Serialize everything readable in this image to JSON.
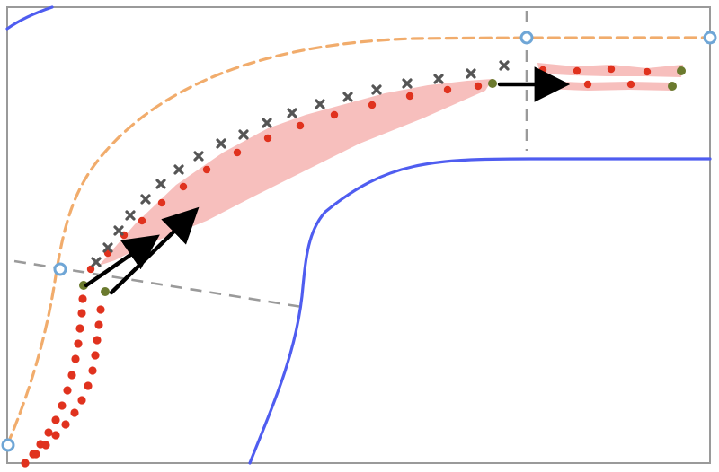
{
  "colors": {
    "lane_boundary": "#4f5df0",
    "reference_line": "#f0a35c",
    "divider": "#9a9a9a",
    "reference_node": "#6fa6d6",
    "region_fill": "#f6b8b6",
    "trajectory_dot": "#e0321e",
    "endpoint_dot": "#6b7a2e",
    "cross_marker": "#555555",
    "arrow": "#000000"
  },
  "icons": {
    "cross_marker": "x-mark",
    "trajectory_point": "dot",
    "heading_arrow": "arrow-right"
  }
}
